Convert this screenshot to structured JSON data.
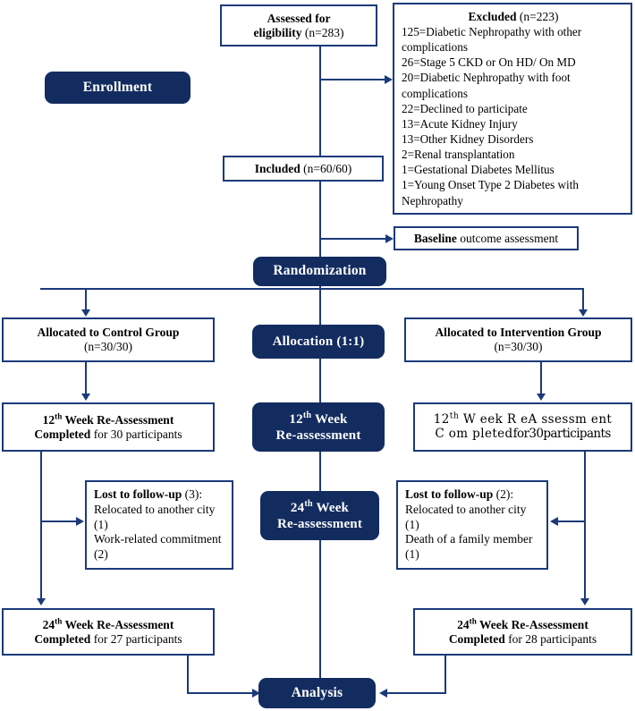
{
  "diagram": {
    "title": "CONSORT participant flow diagram",
    "accent_navy": "#132c60",
    "border_navy": "#1b3a7a",
    "stages": {
      "enrollment": "Enrollment",
      "randomization": "Randomization",
      "allocation": "Allocation (1:1)",
      "week12_label_line1": "12",
      "week12_label_sup": "th",
      "week12_label_line1b": " Week",
      "week12_label_line2": "Re-assessment",
      "week24_label_line1": "24",
      "week24_label_sup": "th",
      "week24_label_line1b": " Week",
      "week24_label_line2": "Re-assessment",
      "analysis": "Analysis"
    },
    "assessed": {
      "line1": "Assessed for",
      "line2_bold": "eligibility",
      "line2_reg": " (n=283)"
    },
    "excluded": {
      "title_bold": "Excluded",
      "title_reg": " (n=223)",
      "reasons": [
        "125=Diabetic Nephropathy with other complications",
        "26=Stage 5 CKD or On HD/ On MD",
        "20=Diabetic Nephropathy with foot complications",
        "22=Declined to participate",
        "13=Acute Kidney Injury",
        "13=Other Kidney Disorders",
        "2=Renal transplantation",
        "1=Gestational Diabetes Mellitus",
        "1=Young Onset Type 2 Diabetes with Nephropathy"
      ]
    },
    "included": {
      "bold": "Included",
      "reg": " (n=60/60)"
    },
    "baseline": {
      "bold": "Baseline",
      "reg": " outcome assessment"
    },
    "control_arm": {
      "allocated_bold": "Allocated to Control Group",
      "allocated_reg": "(n=30/30)",
      "week12_bold_1": "12",
      "week12_sup": "th",
      "week12_bold_2": " Week Re-Assessment",
      "week12_bold_3": "Completed",
      "week12_reg_3": " for 30 participants",
      "lost_bold": "Lost to follow-up",
      "lost_reg": " (3):",
      "lost_reasons": [
        "Relocated to another city (1)",
        "Work-related commitment (2)"
      ],
      "week24_bold_1": "24",
      "week24_sup": "th",
      "week24_bold_2": " Week Re-Assessment",
      "week24_bold_3": "Completed",
      "week24_reg_3": " for 27 participants"
    },
    "intervention_arm": {
      "allocated_bold": "Allocated to Intervention Group",
      "allocated_reg": "(n=30/30)",
      "week12_line1": "12",
      "week12_sup": "th",
      "week12_line1b": " W eek R eA ssessm ent",
      "week12_line2a": "C om pleted",
      "week12_line2b": "for30participants",
      "lost_bold": "Lost to follow-up",
      "lost_reg": " (2):",
      "lost_reasons": [
        "Relocated to another city (1)",
        "Death of a family member (1)"
      ],
      "week24_bold_1": "24",
      "week24_sup": "th",
      "week24_bold_2": " Week Re-Assessment",
      "week24_bold_3": "Completed",
      "week24_reg_3": " for 28 participants"
    }
  }
}
